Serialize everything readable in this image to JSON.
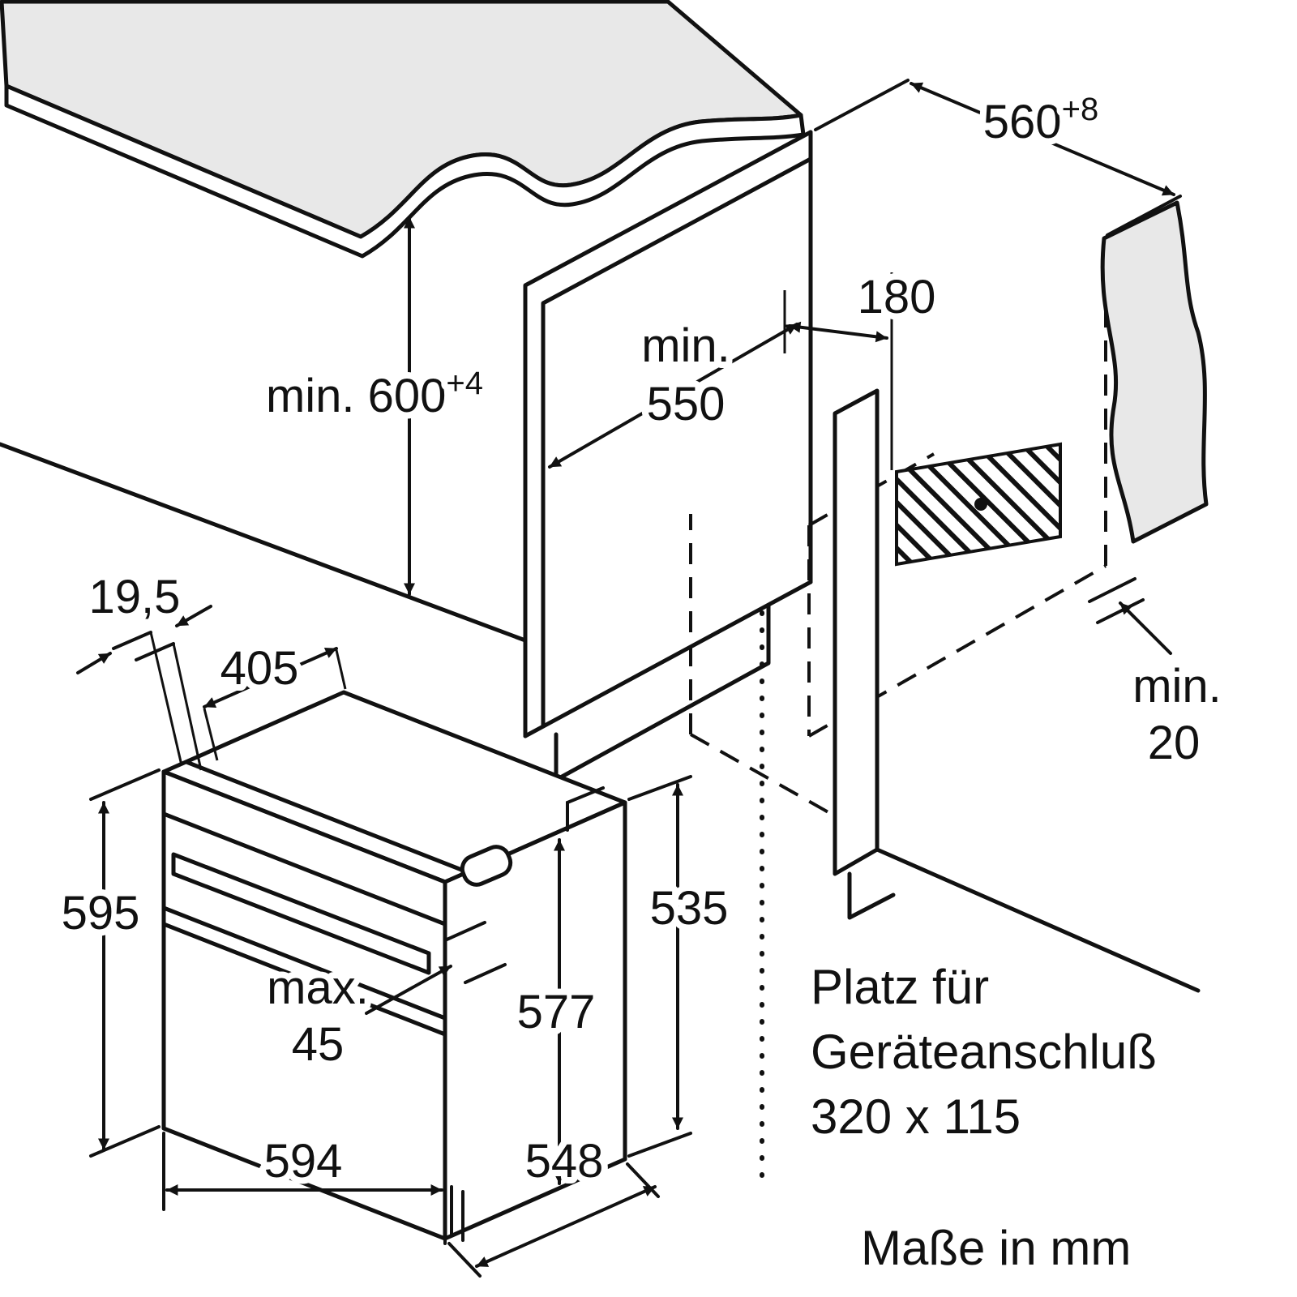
{
  "diagram": {
    "kind": "built-in oven installation drawing",
    "units_note": "Maße in mm",
    "colors": {
      "line": "#111111",
      "surface": "#e8e8e8",
      "paper": "#ffffff"
    },
    "dims": {
      "niche_width_main": "560",
      "niche_width_sup": "+8",
      "rear_offset": "180",
      "niche_depth_prefix": "min.",
      "niche_depth_value": "550",
      "niche_height_main": "min. 600",
      "niche_height_sup": "+4",
      "top_lip": "19,5",
      "door_depth": "405",
      "front_height": "595",
      "handle_prefix": "max.",
      "handle_value": "45",
      "body_height": "577",
      "rear_height": "535",
      "front_width": "594",
      "body_depth": "548",
      "rear_gap_prefix": "min.",
      "rear_gap_value": "20"
    },
    "connection_note": {
      "line1": "Platz für",
      "line2": "Geräteanschluß",
      "line3": "320 x 115"
    }
  }
}
